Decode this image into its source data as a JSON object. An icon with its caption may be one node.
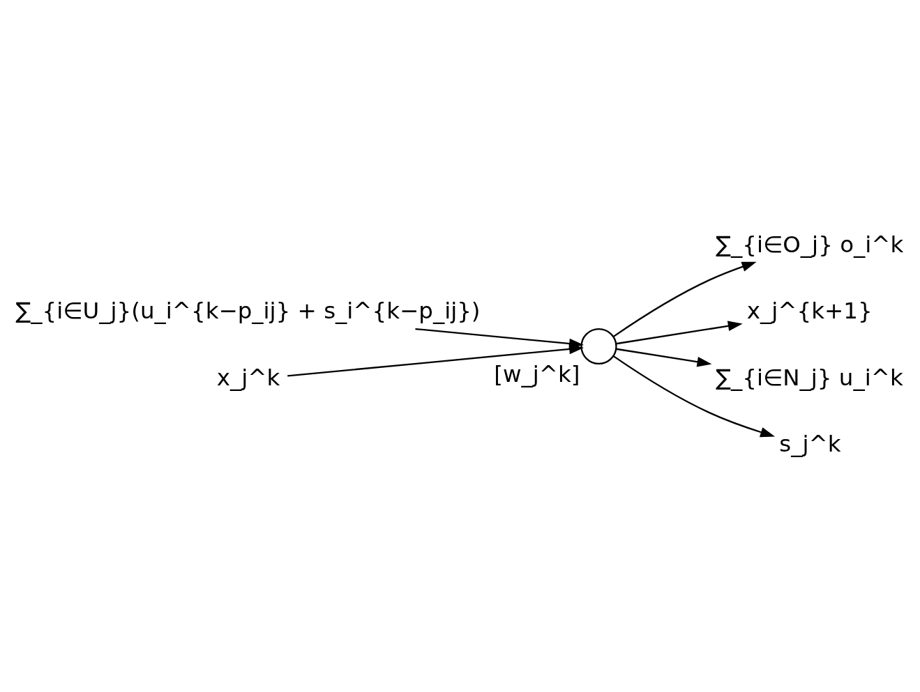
{
  "diagram": {
    "nodes": [
      {
        "text": [
          "∑_{i∈U_j}(u_i^{k−p_ij} + s_i^{k−p_ij})"
        ]
      },
      {
        "text": [
          "∑_{i∈O_j} o_i^k"
        ]
      },
      {
        "text": [
          "x_j^k"
        ]
      },
      {
        "text": [],
        "shape": "circle",
        "beside": [
          "[w_j^k]"
        ]
      },
      {
        "text": [
          "x_j^{k+1}"
        ]
      },
      {
        "text": [
          "∑_{i∈N_j} u_i^k"
        ]
      },
      {
        "text": [
          "s_j^k"
        ]
      }
    ],
    "edges": [
      {
        "from": 0,
        "to": 3,
        "arrow": "to"
      },
      {
        "from": 3,
        "to": 1,
        "arrow": "to"
      },
      {
        "from": 2,
        "to": 3,
        "arrow": "to"
      },
      {
        "from": 3,
        "to": 4,
        "arrow": "to"
      },
      {
        "from": 3,
        "to": 5,
        "arrow": "to"
      },
      {
        "from": 3,
        "to": 6,
        "arrow": "to"
      }
    ]
  }
}
